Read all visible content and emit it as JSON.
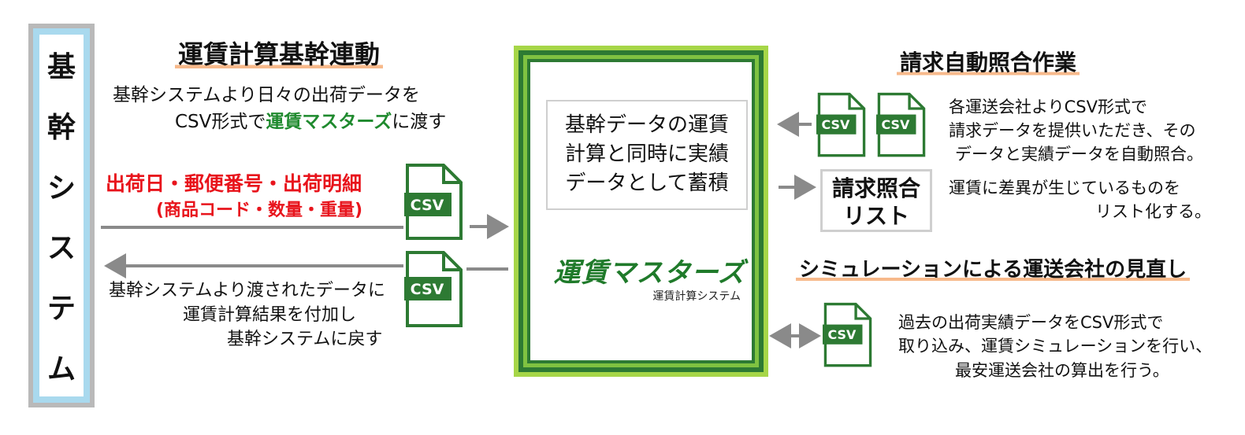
{
  "left_bar": {
    "chars": [
      "基",
      "幹",
      "シ",
      "ス",
      "テ",
      "ム"
    ]
  },
  "left_section": {
    "heading": "運賃計算基幹連動",
    "intro_line1": "基幹システムより日々の出荷データを",
    "intro_line2_prefix": "CSV形式で",
    "intro_line2_highlight": "運賃マスターズ",
    "intro_line2_suffix": "に渡す",
    "red_line1": "出荷日・郵便番号・出荷明細",
    "red_line2": "(商品コード・数量・重量)",
    "return_line1": "基幹システムより渡されたデータに",
    "return_line2": "運賃計算結果を付加し",
    "return_line3": "基幹システムに戻す"
  },
  "center": {
    "desc_line1": "基幹データの運賃",
    "desc_line2": "計算と同時に実績",
    "desc_line3": "データとして蓄積",
    "logo": "運賃マスターズ",
    "logo_sub": "運賃計算システム"
  },
  "right_top": {
    "heading": "請求自動照合作業",
    "desc_line1": "各運送会社よりCSV形式で",
    "desc_line2": "請求データを提供いただき、その",
    "desc_line3": "データと実績データを自動照合。",
    "list_box_line1": "請求照合",
    "list_box_line2": "リスト",
    "list_desc_line1": "運賃に差異が生じているものを",
    "list_desc_line2": "リスト化する。"
  },
  "right_bottom": {
    "heading": "シミュレーションによる運送会社の見直し",
    "desc_line1": "過去の出荷実績データをCSV形式で",
    "desc_line2": "取り込み、運賃シミュレーションを行い、",
    "desc_line3": "最安運送会社の算出を行う。"
  },
  "csv_label": "CSV",
  "colors": {
    "accent_green": "#1f8a2e",
    "icon_green": "#2d7a33",
    "red": "#e8141c",
    "underline_orange": "#f7b98b",
    "bar_blue": "#a9d9ee"
  }
}
